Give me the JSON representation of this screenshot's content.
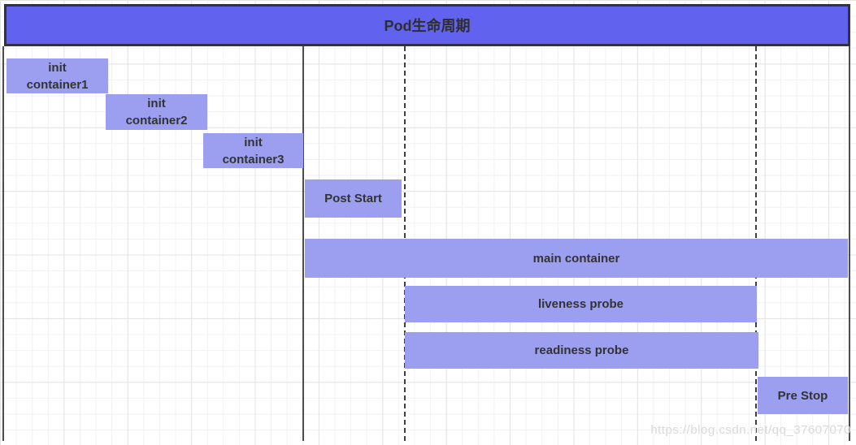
{
  "title": "Pod生命周期",
  "bars": [
    {
      "id": "init-container1",
      "label": "init\ncontainer1"
    },
    {
      "id": "init-container2",
      "label": "init\ncontainer2"
    },
    {
      "id": "init-container3",
      "label": "init\ncontainer3"
    },
    {
      "id": "post-start",
      "label": "Post Start"
    },
    {
      "id": "main-container",
      "label": "main container"
    },
    {
      "id": "liveness-probe",
      "label": "liveness probe"
    },
    {
      "id": "readiness-probe",
      "label": "readiness probe"
    },
    {
      "id": "pre-stop",
      "label": "Pre Stop"
    }
  ],
  "markers": {
    "solid_lines": [
      "pod-start-left-boundary",
      "main-container-start",
      "pod-end-right-boundary"
    ],
    "dashed_lines": [
      "post-start-end",
      "pre-stop-start"
    ]
  },
  "watermark": "https://blog.csdn.net/qq_37607070",
  "colors": {
    "title_fill": "#6163ee",
    "bar_fill": "#9c9ef0",
    "line": "#4d4d4d",
    "dash": "#3f3f3f",
    "grid_minor": "#f1f1f1",
    "grid_major": "#e3e3e3",
    "text": "#333333",
    "watermark": "#d9d9d9"
  }
}
